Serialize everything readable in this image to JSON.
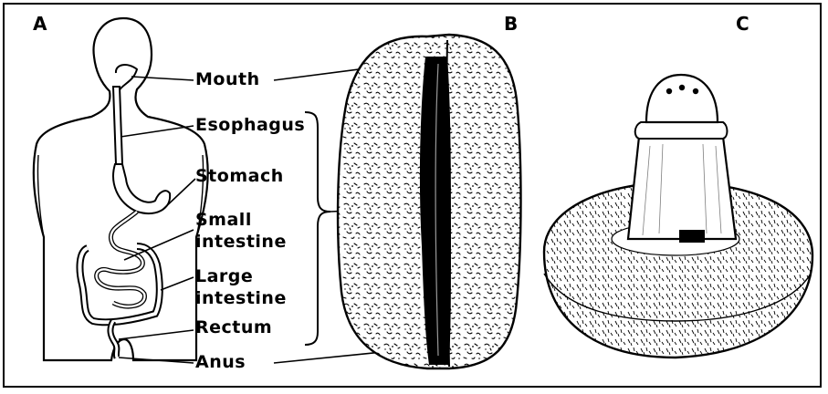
{
  "panels": {
    "a": "A",
    "b": "B",
    "c": "C"
  },
  "labels": {
    "mouth": "Mouth",
    "esophagus": "Esophagus",
    "stomach": "Stomach",
    "small_intestine_1": "Small",
    "small_intestine_2": "intestine",
    "large_intestine_1": "Large",
    "large_intestine_2": "intestine",
    "rectum": "Rectum",
    "anus": "Anus"
  }
}
